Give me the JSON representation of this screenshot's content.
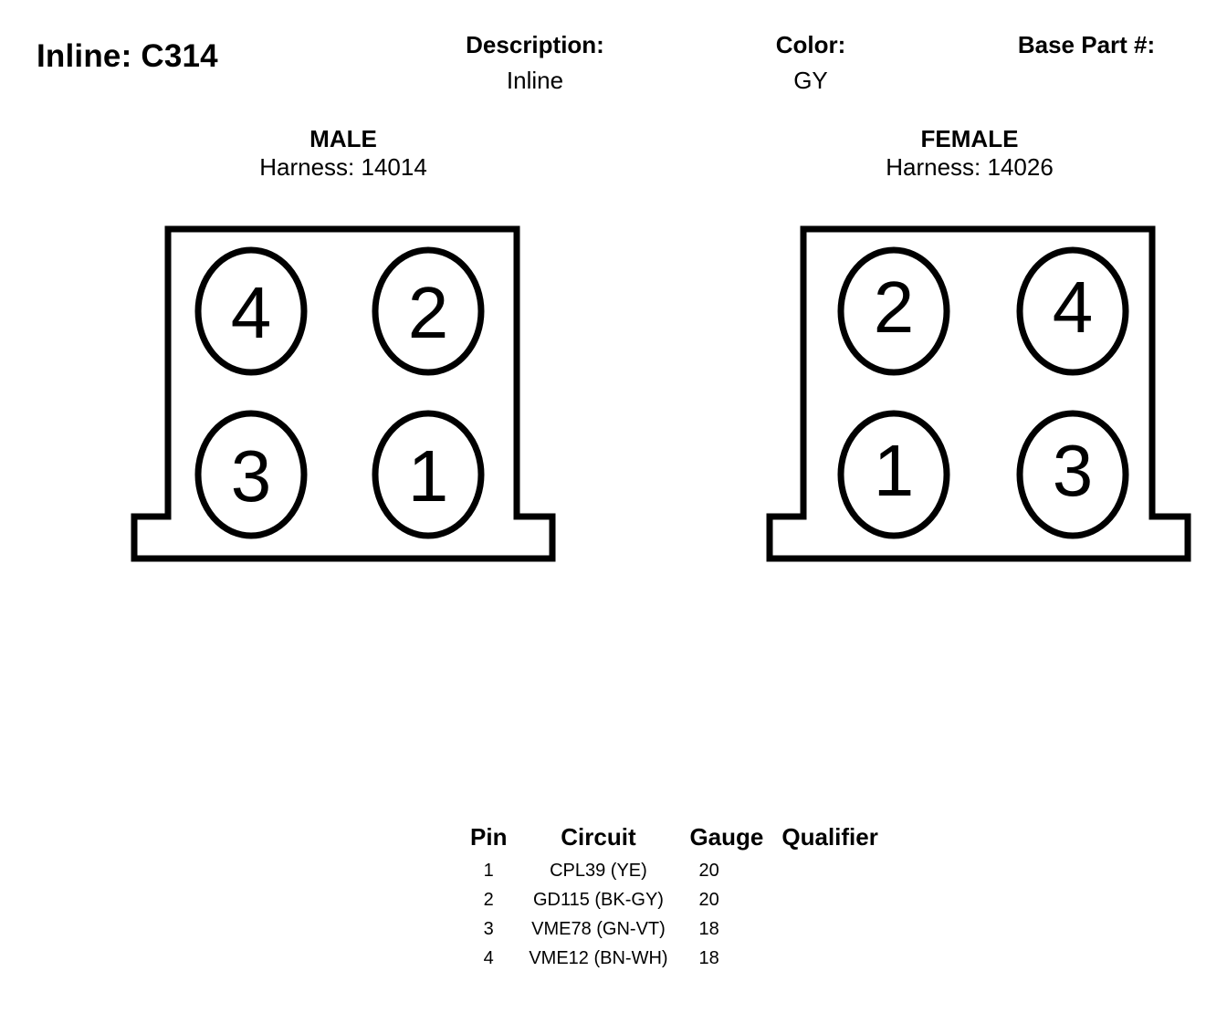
{
  "header": {
    "title": "Inline: C314",
    "description_label": "Description:",
    "description_value": "Inline",
    "color_label": "Color:",
    "color_value": "GY",
    "base_part_label": "Base Part #:",
    "base_part_value": ""
  },
  "male": {
    "side_label": "MALE",
    "harness": "Harness: 14014",
    "pins": {
      "top_left": "4",
      "top_right": "2",
      "bottom_left": "3",
      "bottom_right": "1"
    }
  },
  "female": {
    "side_label": "FEMALE",
    "harness": "Harness: 14026",
    "pins": {
      "top_left": "2",
      "top_right": "4",
      "bottom_left": "1",
      "bottom_right": "3"
    }
  },
  "pin_table": {
    "headers": {
      "pin": "Pin",
      "circuit": "Circuit",
      "gauge": "Gauge",
      "qualifier": "Qualifier"
    },
    "rows": [
      {
        "pin": "1",
        "circuit": "CPL39 (YE)",
        "gauge": "20",
        "qualifier": ""
      },
      {
        "pin": "2",
        "circuit": "GD115 (BK-GY)",
        "gauge": "20",
        "qualifier": ""
      },
      {
        "pin": "3",
        "circuit": "VME78 (GN-VT)",
        "gauge": "18",
        "qualifier": ""
      },
      {
        "pin": "4",
        "circuit": "VME12 (BN-WH)",
        "gauge": "18",
        "qualifier": ""
      }
    ]
  }
}
